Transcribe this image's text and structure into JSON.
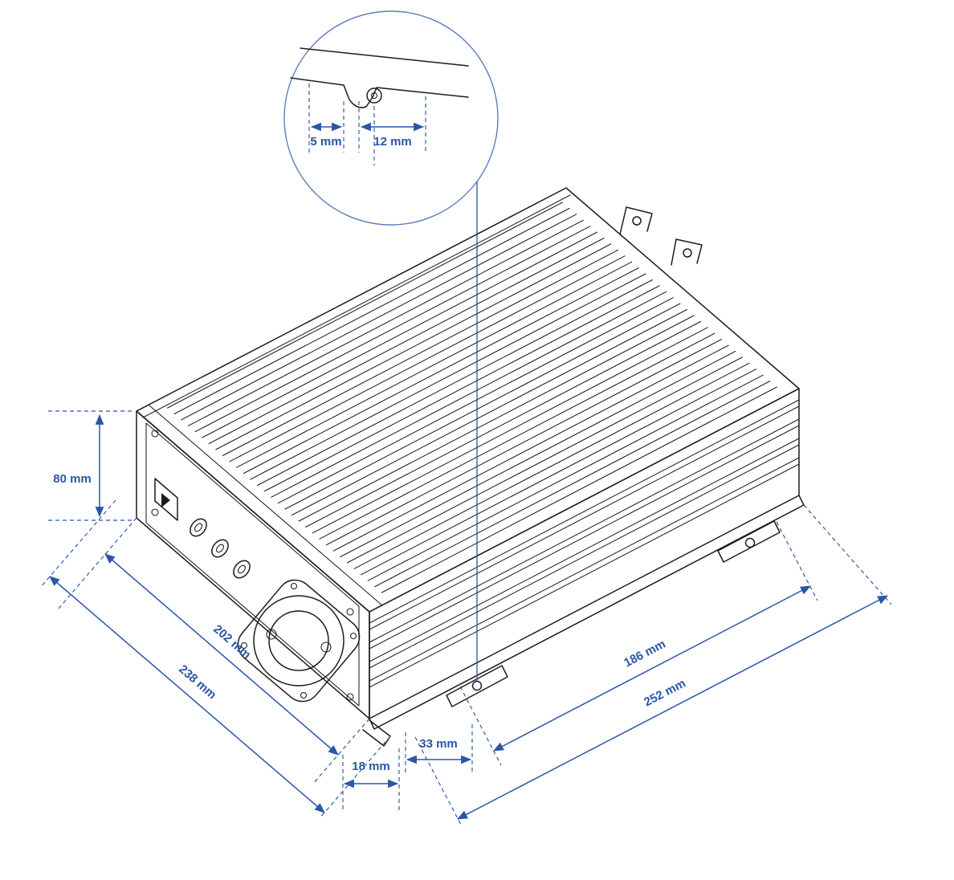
{
  "labels": {
    "detail_edge_offset": "5 mm",
    "detail_hole_offset": "12 mm",
    "height": "80 mm",
    "width_inner": "202 mm",
    "width_outer": "238 mm",
    "foot_depth": "18 mm",
    "tab_offset": "33 mm",
    "depth_inner": "186 mm",
    "depth_outer": "252 mm"
  },
  "colors": {
    "dimension_blue": "#2a56a7",
    "detail_circle_blue": "#5b7fb9",
    "drawing_black": "#1c1c1e",
    "background": "#ffffff"
  }
}
